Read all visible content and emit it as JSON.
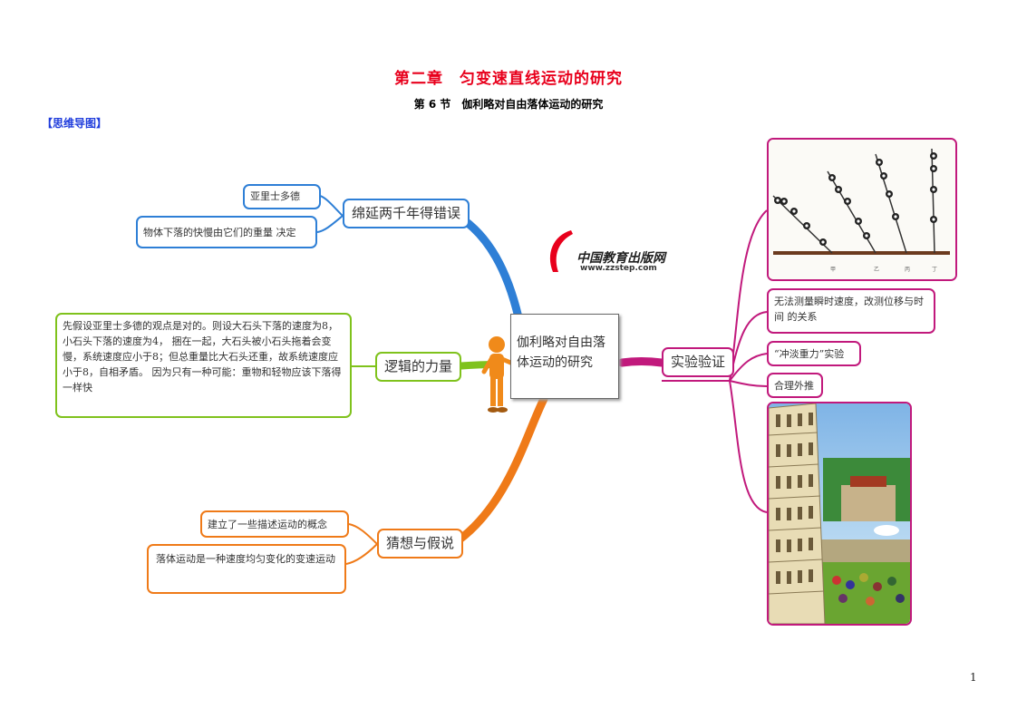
{
  "header": {
    "chapter_title": "第二章　匀变速直线运动的研究",
    "section_title": "第 6 节　伽利略对自由落体运动的研究",
    "mindmap_label": "【思维导图】"
  },
  "logo": {
    "name_cn": "中国教育出版网",
    "url": "www.zzstep.com"
  },
  "center": {
    "topic": "伽利略对自由落体运动的研究"
  },
  "branches": {
    "error": {
      "label": "绵延两千年得错误",
      "color": "#2e7fd6",
      "leaves": [
        "亚里士多德",
        "物体下落的快慢由它们的重量 决定"
      ]
    },
    "logic": {
      "label": "逻辑的力量",
      "color": "#7fc21c",
      "leaves": [
        "先假设亚里士多德的观点是对的。则设大石头下落的速度为8，小石头下落的速度为4，  捆在一起，大石头被小石头拖着会变慢，系统速度应小于8；但总重量比大石头还重，故系统速度应小于8，自相矛盾。 因为只有一种可能：重物和轻物应该下落得一样快"
      ]
    },
    "guess": {
      "label": "猜想与假说",
      "color": "#ef7a18",
      "leaves": [
        "建立了一些描述运动的概念",
        "落体运动是一种速度均匀变化的变速运动"
      ]
    },
    "experiment": {
      "label": "实验验证",
      "color": "#c1197c",
      "leaves": [
        "无法测量瞬时速度，改测位移与时间 的关系",
        "“冲淡重力”实验",
        "合理外推"
      ]
    }
  },
  "incline_labels": [
    "甲",
    "乙",
    "丙",
    "丁"
  ],
  "page_number": "1"
}
